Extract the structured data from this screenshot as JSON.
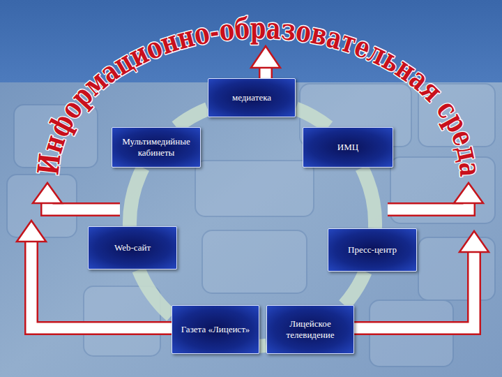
{
  "diagram": {
    "title": "Информационно-образовательная среда",
    "nodes": [
      {
        "text": [
          "медиатека"
        ]
      },
      {
        "text": [
          "Мультимедийные кабинеты"
        ]
      },
      {
        "text": [
          "ИМЦ"
        ]
      },
      {
        "text": [
          "Web-сайт"
        ]
      },
      {
        "text": [
          "Пресс-центр"
        ]
      },
      {
        "text": [
          "Газета «Лицеист»"
        ]
      },
      {
        "text": [
          "Лицейское телевидение"
        ]
      }
    ],
    "edges": [
      {
        "from": 0,
        "to": 2,
        "arrow": "none"
      },
      {
        "from": 2,
        "to": 4,
        "arrow": "none"
      },
      {
        "from": 4,
        "to": 6,
        "arrow": "none"
      },
      {
        "from": 6,
        "to": 5,
        "arrow": "none"
      },
      {
        "from": 5,
        "to": 3,
        "arrow": "none"
      },
      {
        "from": 3,
        "to": 1,
        "arrow": "none"
      },
      {
        "from": 1,
        "to": 0,
        "arrow": "none"
      }
    ]
  }
}
